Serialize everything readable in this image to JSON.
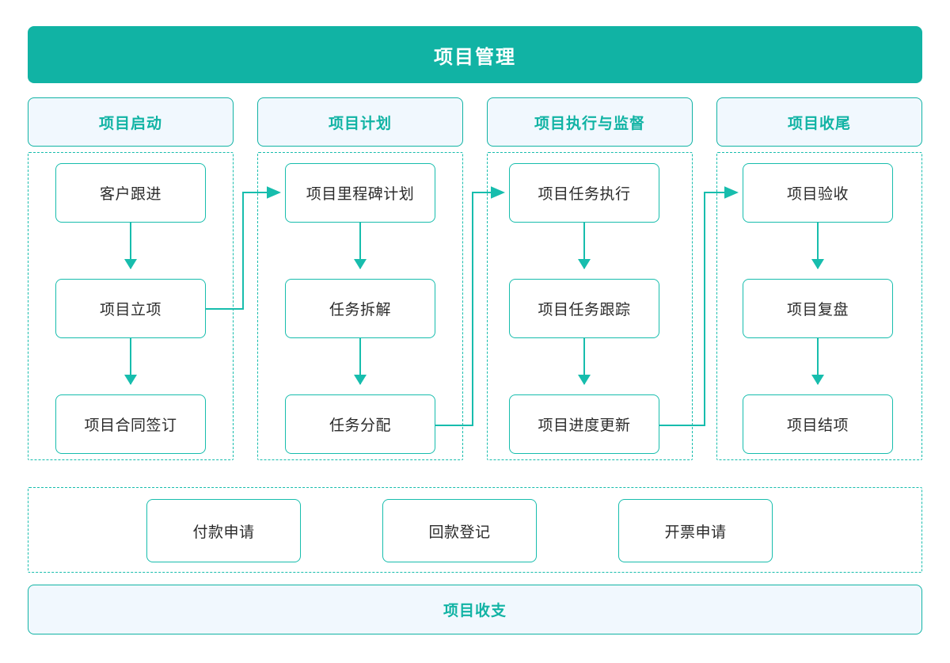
{
  "diagram": {
    "type": "flowchart",
    "title": "项目管理",
    "colors": {
      "accent": "#11b3a4",
      "accent_line": "#17bdad",
      "chip_fill": "#f1f8fe",
      "node_fill": "#ffffff",
      "node_text": "#2b2b2b",
      "banner_text": "#ffffff",
      "page_background": "#ffffff"
    },
    "phases": [
      {
        "header": "项目启动",
        "nodes": [
          "客户跟进",
          "项目立项",
          "项目合同签订"
        ]
      },
      {
        "header": "项目计划",
        "nodes": [
          "项目里程碑计划",
          "任务拆解",
          "任务分配"
        ]
      },
      {
        "header": "项目执行与监督",
        "nodes": [
          "项目任务执行",
          "项目任务跟踪",
          "项目进度更新"
        ]
      },
      {
        "header": "项目收尾",
        "nodes": [
          "项目验收",
          "项目复盘",
          "项目结项"
        ]
      }
    ],
    "finance": {
      "nodes": [
        "付款申请",
        "回款登记",
        "开票申请"
      ]
    },
    "footer": {
      "label": "项目收支"
    },
    "edges": [
      {
        "from": "项目立项",
        "to": "项目里程碑计划",
        "style": "elbow-right-up"
      },
      {
        "from": "任务分配",
        "to": "项目任务执行",
        "style": "elbow-right-up"
      },
      {
        "from": "项目进度更新",
        "to": "项目验收",
        "style": "elbow-right-up"
      },
      {
        "from": "客户跟进",
        "to": "项目立项",
        "style": "vertical-down"
      },
      {
        "from": "项目立项",
        "to": "项目合同签订",
        "style": "vertical-down"
      },
      {
        "from": "项目里程碑计划",
        "to": "任务拆解",
        "style": "vertical-down"
      },
      {
        "from": "任务拆解",
        "to": "任务分配",
        "style": "vertical-down"
      },
      {
        "from": "项目任务执行",
        "to": "项目任务跟踪",
        "style": "vertical-down"
      },
      {
        "from": "项目任务跟踪",
        "to": "项目进度更新",
        "style": "vertical-down"
      },
      {
        "from": "项目验收",
        "to": "项目复盘",
        "style": "vertical-down"
      },
      {
        "from": "项目复盘",
        "to": "项目结项",
        "style": "vertical-down"
      }
    ]
  }
}
